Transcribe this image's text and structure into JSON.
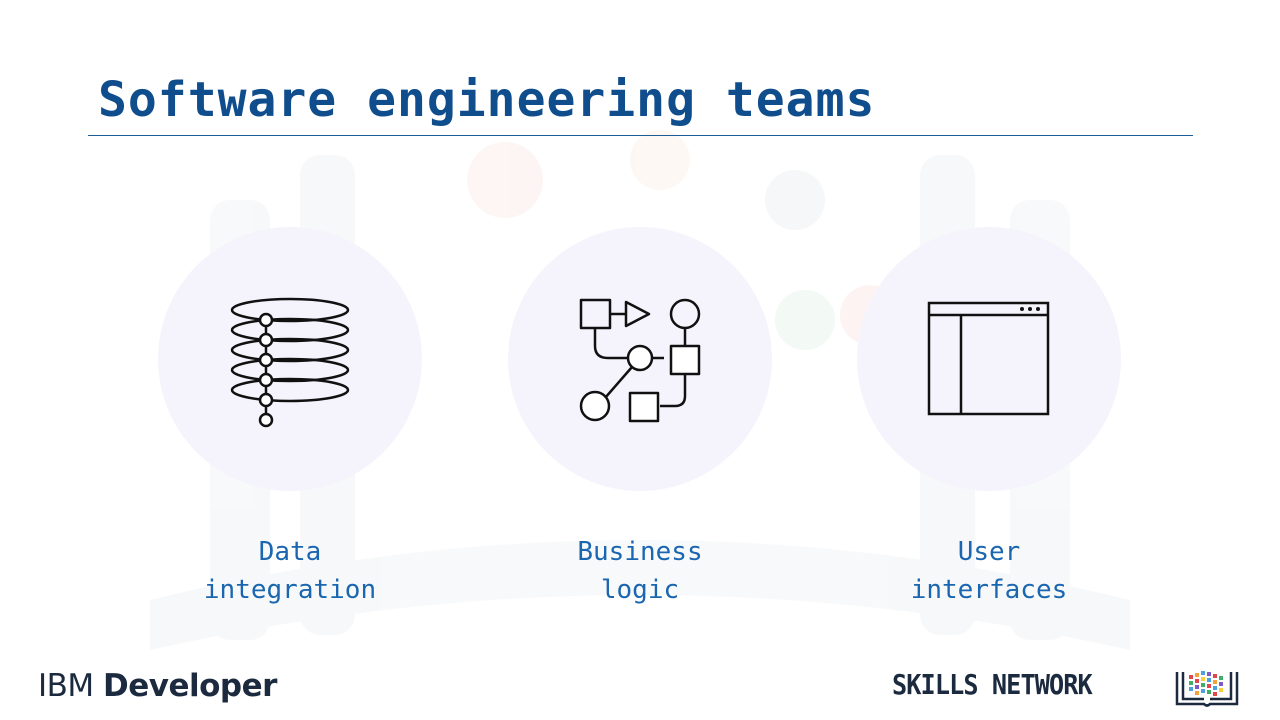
{
  "slide": {
    "title": "Software engineering teams"
  },
  "items": [
    {
      "icon": "database-integration-icon",
      "label_lines": [
        "Data",
        "integration"
      ]
    },
    {
      "icon": "flow-diagram-icon",
      "label_lines": [
        "Business",
        "logic"
      ]
    },
    {
      "icon": "browser-window-icon",
      "label_lines": [
        "User",
        "interfaces"
      ]
    }
  ],
  "footer": {
    "ibm_logo": {
      "brand": "IBM",
      "product": "Developer"
    },
    "skills_network_logo": {
      "text": "SKILLS NETWORK",
      "icon": "open-book-icon"
    }
  },
  "colors": {
    "title": "#0f4d8c",
    "label": "#1a66b0",
    "circle": "#f5f4fc",
    "logo_text": "#1b2a3e"
  }
}
